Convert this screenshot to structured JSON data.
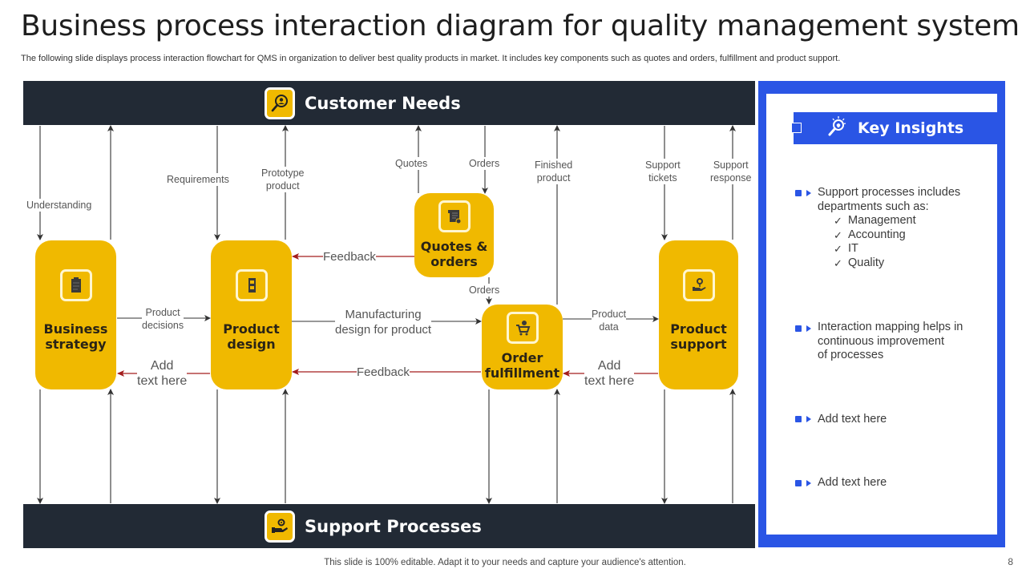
{
  "slide": {
    "title": "Business process interaction diagram for quality management system",
    "subtitle": "The following slide displays process interaction flowchart for QMS in organization to deliver best quality products in market. It includes key components such as quotes and orders, fulfillment and product support.",
    "footer": "This slide is 100% editable. Adapt it to your needs and capture your audience's attention.",
    "page_number": "8"
  },
  "colors": {
    "band": "#222a35",
    "node": "#f0b900",
    "accent_blue": "#2a55e5",
    "feedback_arrow": "#a31d1d",
    "flow_arrow": "#333333"
  },
  "bands": {
    "top": {
      "label": "Customer Needs",
      "icon": "search-person-icon"
    },
    "bottom": {
      "label": "Support Processes",
      "icon": "hand-gear-icon"
    }
  },
  "nodes": [
    {
      "id": "business-strategy",
      "label_line1": "Business",
      "label_line2": "strategy",
      "icon": "clipboard-icon"
    },
    {
      "id": "product-design",
      "label_line1": "Product",
      "label_line2": "design",
      "icon": "blueprint-phone-icon"
    },
    {
      "id": "quotes-orders",
      "label_line1": "Quotes &",
      "label_line2": "orders",
      "icon": "scroll-document-icon"
    },
    {
      "id": "order-fulfillment",
      "label_line1": "Order",
      "label_line2": "fulfillment",
      "icon": "shopping-cart-icon"
    },
    {
      "id": "product-support",
      "label_line1": "Product",
      "label_line2": "support",
      "icon": "hand-gear-icon"
    }
  ],
  "flow_labels": {
    "understanding": "Understanding",
    "requirements": "Requirements",
    "prototype_1": "Prototype",
    "prototype_2": "product",
    "quotes": "Quotes",
    "orders_top": "Orders",
    "finished_1": "Finished",
    "finished_2": "product",
    "support_tickets_1": "Support",
    "support_tickets_2": "tickets",
    "support_response_1": "Support",
    "support_response_2": "response",
    "feedback_top": "Feedback",
    "orders_mid": "Orders",
    "product_decisions_1": "Product",
    "product_decisions_2": "decisions",
    "manufacturing_1": "Manufacturing",
    "manufacturing_2": "design for product",
    "product_data_1": "Product",
    "product_data_2": "data",
    "add_text_left_1": "Add",
    "add_text_left_2": "text here",
    "feedback_bottom": "Feedback",
    "add_text_right_1": "Add",
    "add_text_right_2": "text here"
  },
  "insights": {
    "title": "Key Insights",
    "icon": "lightbulb-magnifier-icon",
    "items": [
      {
        "text_line1": "Support processes includes",
        "text_line2": "departments such as:",
        "checks": [
          "Management",
          "Accounting",
          "IT",
          "Quality"
        ]
      },
      {
        "text_line1": "Interaction mapping helps in",
        "text_line2": "continuous improvement",
        "text_line3": "of processes"
      },
      {
        "text_line1": "Add text here"
      },
      {
        "text_line1": "Add text here"
      }
    ]
  }
}
